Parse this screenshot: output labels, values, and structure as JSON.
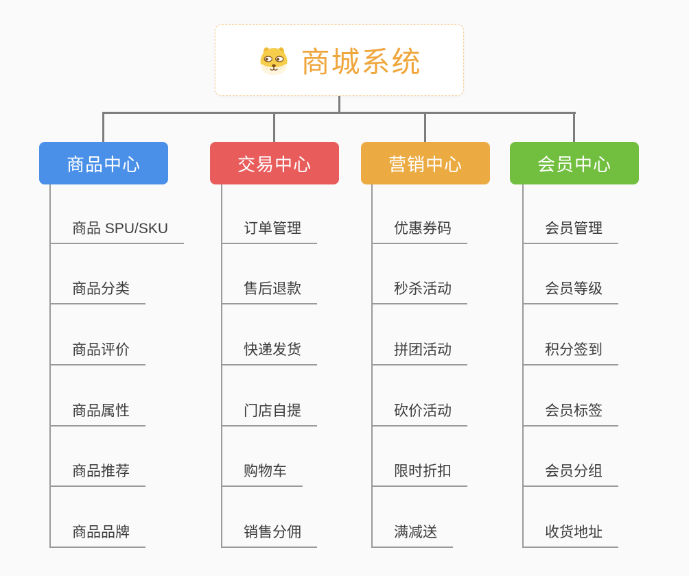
{
  "page": {
    "background": "#FAFAFA"
  },
  "root": {
    "title": "商城系统",
    "icon": "dog-face-icon",
    "title_color": "#EFA63C",
    "border_color": "#F5CE93"
  },
  "connectors": {
    "color": "#7D7D7D",
    "leaf_line_color": "#9A9A9A"
  },
  "branches": [
    {
      "label": "商品中心",
      "color": "#4A90E8",
      "items": [
        "商品 SPU/SKU",
        "商品分类",
        "商品评价",
        "商品属性",
        "商品推荐",
        "商品品牌"
      ]
    },
    {
      "label": "交易中心",
      "color": "#E85C5C",
      "items": [
        "订单管理",
        "售后退款",
        "快递发货",
        "门店自提",
        "购物车",
        "销售分佣"
      ]
    },
    {
      "label": "营销中心",
      "color": "#EBAB42",
      "items": [
        "优惠券码",
        "秒杀活动",
        "拼团活动",
        "砍价活动",
        "限时折扣",
        "满减送"
      ]
    },
    {
      "label": "会员中心",
      "color": "#72BF40",
      "items": [
        "会员管理",
        "会员等级",
        "积分签到",
        "会员标签",
        "会员分组",
        "收货地址"
      ]
    }
  ]
}
